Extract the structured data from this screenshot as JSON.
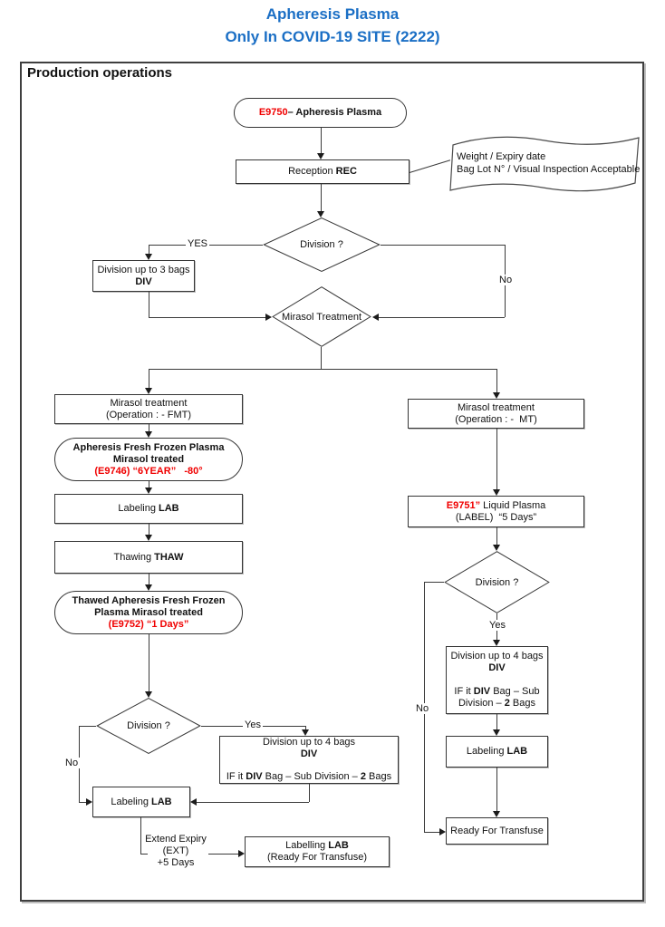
{
  "page_title": {
    "line1": "Apheresis Plasma",
    "line2": "Only In COVID-19 SITE (2222)"
  },
  "section_heading": "Production operations",
  "colors": {
    "title_blue": "#1b6fc5",
    "highlight_red": "#f00000"
  },
  "nodes": {
    "start": {
      "code": "E9750",
      "rest": "– Apheresis Plasma"
    },
    "reception": {
      "pre": "Reception ",
      "op": "REC"
    },
    "note": {
      "line1": "Weight / Expiry date",
      "line2": "Bag Lot N° / Visual Inspection Acceptable"
    },
    "division1": {
      "label": "Division ?"
    },
    "div3bags": {
      "line1": "Division up to 3 bags",
      "op": "DIV"
    },
    "mirasol": {
      "label": "Mirasol Treatment"
    },
    "fmt": {
      "line1": "Mirasol treatment",
      "line2": "(Operation : - FMT)"
    },
    "mt": {
      "line1": "Mirasol treatment",
      "line2": "(Operation : -  MT)"
    },
    "affp": {
      "line1": "Apheresis Fresh Frozen Plasma",
      "line2": "Mirasol treated",
      "line3": "(E9746) “6YEAR”   -80°"
    },
    "lab1": {
      "pre": "Labeling ",
      "op": "LAB"
    },
    "thaw": {
      "pre": "Thawing ",
      "op": "THAW"
    },
    "thawed": {
      "line1": "Thawed Apheresis Fresh Frozen",
      "line2": "Plasma Mirasol treated",
      "line3": "(E9752) “1 Days”"
    },
    "division2": {
      "label": "Division ?"
    },
    "div4left": {
      "line1": "Division up to 4 bags",
      "op": "DIV",
      "if_pre": "IF it ",
      "if_op": "DIV",
      "if_mid": " Bag – Sub Division – ",
      "if_num": "2",
      "if_post": " Bags"
    },
    "lab2": {
      "pre": "Labeling ",
      "op": "LAB"
    },
    "extend": {
      "line1": "Extend Expiry",
      "line2": "(EXT)",
      "line3": "+5 Days"
    },
    "labelling_ready": {
      "pre": "Labelling ",
      "op": "LAB",
      "line2": "(Ready For Transfuse)"
    },
    "e9751": {
      "code": "E9751”",
      "rest": " Liquid Plasma",
      "line2": "(LABEL)  “5 Days”"
    },
    "division3": {
      "label": "Division ?"
    },
    "div4right": {
      "line1": "Division up to 4 bags",
      "op": "DIV",
      "if_pre": "IF it ",
      "if_op": "DIV",
      "if_mid": " Bag – Sub",
      "line5_pre": "Division – ",
      "if_num": "2",
      "if_post": " Bags"
    },
    "lab3": {
      "pre": "Labeling ",
      "op": "LAB"
    },
    "ready": {
      "label": "Ready For Transfuse"
    }
  },
  "edge_labels": {
    "yes1": "YES",
    "no1": "No",
    "yes2": "Yes",
    "no2": "No",
    "yes3": "Yes",
    "no3": "No"
  }
}
